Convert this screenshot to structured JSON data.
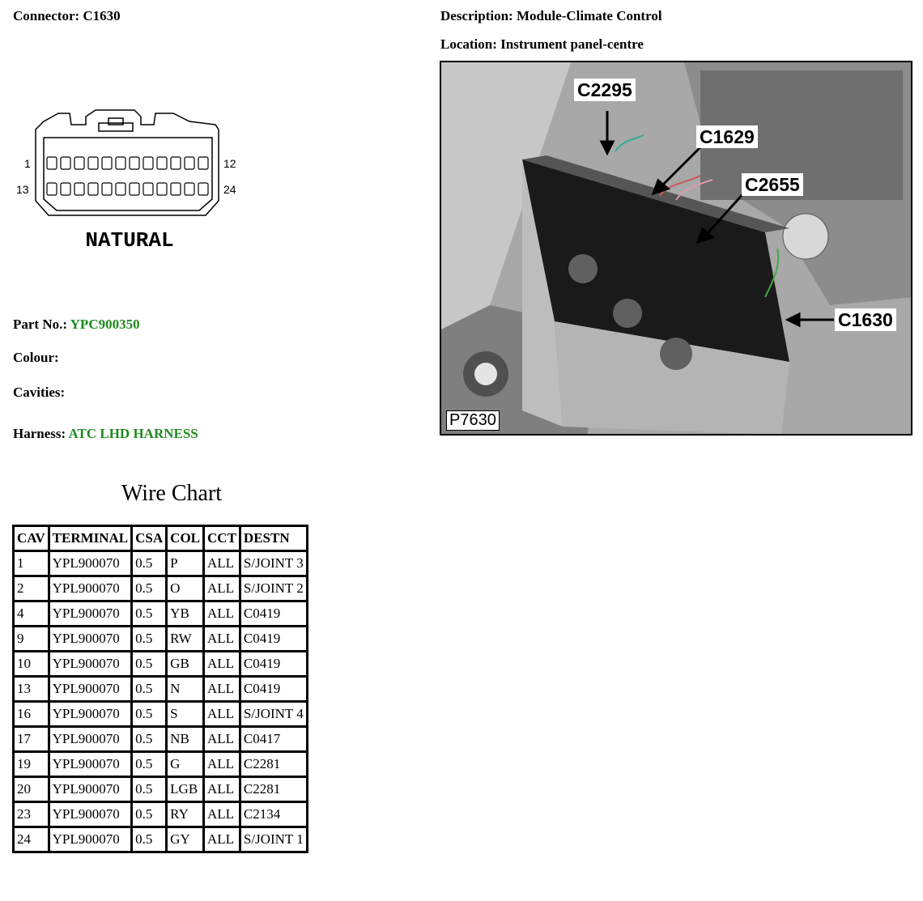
{
  "header": {
    "connector_label": "Connector:",
    "connector_value": "C1630",
    "description_label": "Description:",
    "description_value": "Module-Climate Control",
    "location_label": "Location:",
    "location_value": "Instrument panel-centre"
  },
  "diagram": {
    "pin_top_left": "1",
    "pin_top_right": "12",
    "pin_bottom_left": "13",
    "pin_bottom_right": "24",
    "colour_text": "NATURAL"
  },
  "details": {
    "part_label": "Part No.:",
    "part_value": "YPC900350",
    "colour_label": "Colour:",
    "cavities_label": "Cavities:",
    "harness_label": "Harness:",
    "harness_value": "ATC LHD HARNESS"
  },
  "photo": {
    "callouts": [
      "C2295",
      "C1629",
      "C2655",
      "C1630"
    ],
    "reference": "P7630"
  },
  "wire_chart": {
    "title": "Wire Chart",
    "columns": [
      "CAV",
      "TERMINAL",
      "CSA",
      "COL",
      "CCT",
      "DESTN"
    ],
    "rows": [
      [
        "1",
        "YPL900070",
        "0.5",
        "P",
        "ALL",
        "S/JOINT 3"
      ],
      [
        "2",
        "YPL900070",
        "0.5",
        "O",
        "ALL",
        "S/JOINT 2"
      ],
      [
        "4",
        "YPL900070",
        "0.5",
        "YB",
        "ALL",
        "C0419"
      ],
      [
        "9",
        "YPL900070",
        "0.5",
        "RW",
        "ALL",
        "C0419"
      ],
      [
        "10",
        "YPL900070",
        "0.5",
        "GB",
        "ALL",
        "C0419"
      ],
      [
        "13",
        "YPL900070",
        "0.5",
        "N",
        "ALL",
        "C0419"
      ],
      [
        "16",
        "YPL900070",
        "0.5",
        "S",
        "ALL",
        "S/JOINT 4"
      ],
      [
        "17",
        "YPL900070",
        "0.5",
        "NB",
        "ALL",
        "C0417"
      ],
      [
        "19",
        "YPL900070",
        "0.5",
        "G",
        "ALL",
        "C2281"
      ],
      [
        "20",
        "YPL900070",
        "0.5",
        "LGB",
        "ALL",
        "C2281"
      ],
      [
        "23",
        "YPL900070",
        "0.5",
        "RY",
        "ALL",
        "C2134"
      ],
      [
        "24",
        "YPL900070",
        "0.5",
        "GY",
        "ALL",
        "S/JOINT 1"
      ]
    ]
  },
  "colors": {
    "value_green": "#1f8a1f"
  }
}
